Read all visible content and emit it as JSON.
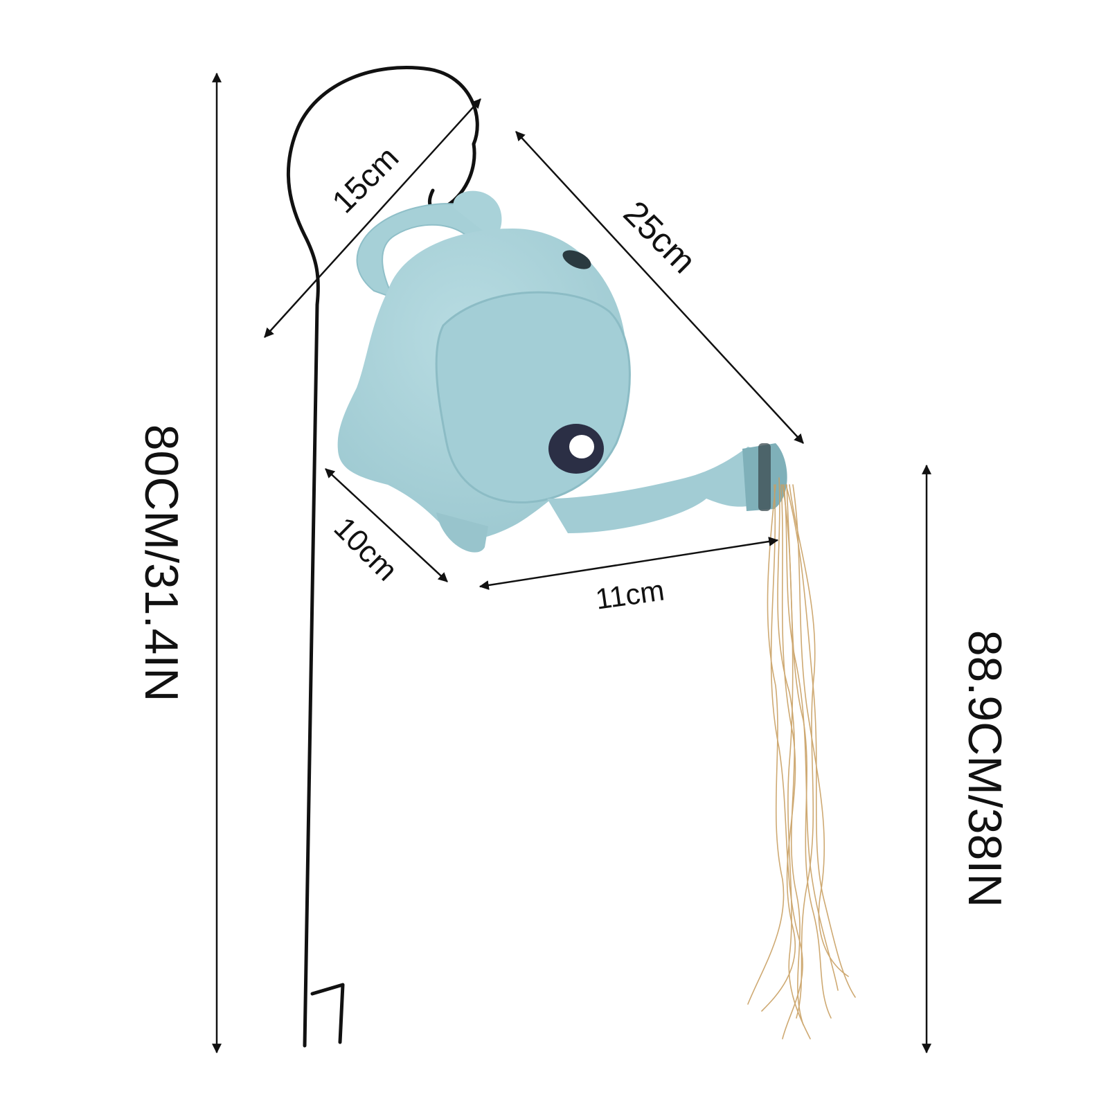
{
  "dimensions": {
    "total_height": "80CM/31.4IN",
    "light_string_length": "88.9CM/38IN",
    "hook_width": "15cm",
    "can_diagonal": "25cm",
    "can_depth": "10cm",
    "spout_length": "11cm"
  },
  "colors": {
    "can_body": "#a9d2d9",
    "can_shadow": "#8cbcc5",
    "stake": "#111111",
    "lights": "#c9a063",
    "dimension_lines": "#111111"
  },
  "icons": {
    "eye": "eye-icon"
  }
}
